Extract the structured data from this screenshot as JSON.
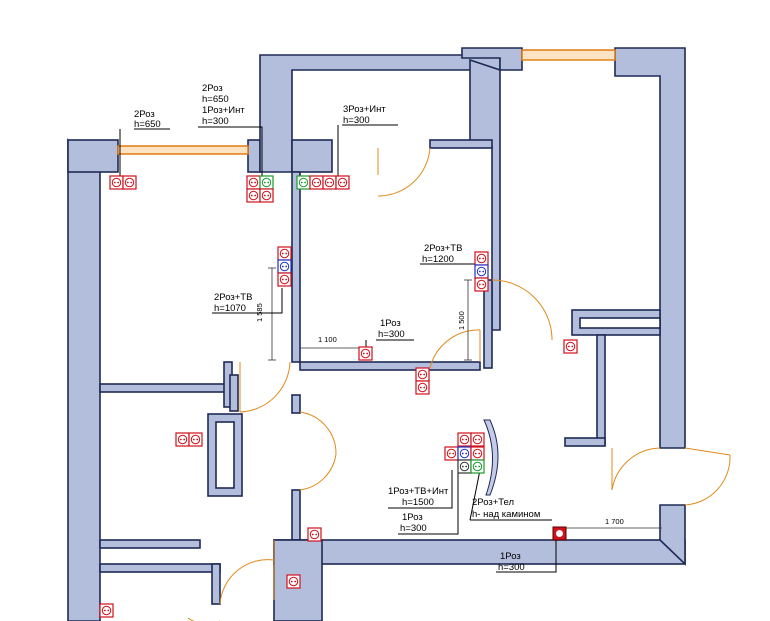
{
  "colors": {
    "wall_fill": "#b3bedc",
    "wall_stroke": "#1e2a55",
    "door": "#e08a1a",
    "socket_power": "#d0101a",
    "socket_tv": "#2030c8",
    "socket_internet": "#1a9a2a",
    "socket_phone": "#333333"
  },
  "annotations": {
    "a1": {
      "line1": "2Роз",
      "line2": "h=650"
    },
    "a2": {
      "line1": "2Роз",
      "line2": "h=650",
      "line3": "1Роз+Инт",
      "line4": "h=300"
    },
    "a3": {
      "line1": "3Роз+Инт",
      "line2": "h=300"
    },
    "a4": {
      "line1": "2Роз+ТВ",
      "line2": "h=1200"
    },
    "a5": {
      "line1": "2Роз+ТВ",
      "line2": "h=1070"
    },
    "a6": {
      "line1": "1Роз",
      "line2": "h=300"
    },
    "a7": {
      "line1": "1Роз+ТВ+Инт",
      "line2": "h=1500"
    },
    "a8": {
      "line1": "1Роз",
      "line2": "h=300"
    },
    "a9": {
      "line1": "2Роз+Тел",
      "line2": "h- над камином"
    },
    "a10": {
      "line1": "1Роз",
      "line2": "h=300"
    }
  },
  "dimensions": {
    "d1": "1 585",
    "d2": "1 100",
    "d3": "1 500",
    "d4": "1 700"
  },
  "icons": {
    "power": "power-socket-icon",
    "tv": "tv-socket-icon",
    "internet": "internet-socket-icon",
    "phone": "phone-socket-icon"
  }
}
